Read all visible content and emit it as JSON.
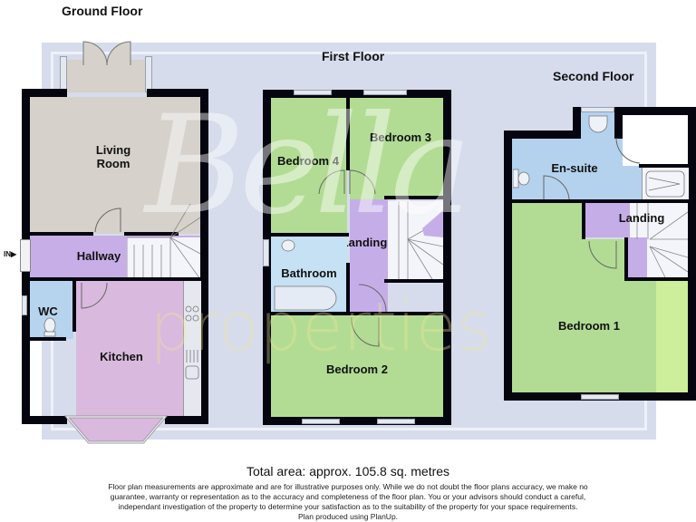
{
  "floors": [
    {
      "title": "Ground Floor",
      "rooms": [
        {
          "name": "Living Room",
          "line1": "Living",
          "line2": "Room",
          "color": "#d6d1cb"
        },
        {
          "name": "Hallway",
          "label": "Hallway",
          "color": "#c7aee6"
        },
        {
          "name": "WC",
          "label": "WC",
          "color": "#b7d4ee"
        },
        {
          "name": "Kitchen",
          "label": "Kitchen",
          "color": "#d9b9de"
        }
      ],
      "entrance_label": "IN"
    },
    {
      "title": "First Floor",
      "rooms": [
        {
          "name": "Bedroom 4",
          "label": "Bedroom 4",
          "color": "#b2dc94"
        },
        {
          "name": "Bedroom 3",
          "label": "Bedroom 3",
          "color": "#b2dc94"
        },
        {
          "name": "Landing",
          "label": "Landing",
          "color": "#c5aee8"
        },
        {
          "name": "Bathroom",
          "label": "Bathroom",
          "color": "#c6e0f4"
        },
        {
          "name": "Bedroom 2",
          "label": "Bedroom 2",
          "color": "#b2dc94"
        }
      ]
    },
    {
      "title": "Second Floor",
      "rooms": [
        {
          "name": "En-suite",
          "label": "En-suite",
          "color": "#b4d2ee"
        },
        {
          "name": "Landing",
          "label": "Landing",
          "color": "#c5aee8"
        },
        {
          "name": "Bedroom 1",
          "label": "Bedroom 1",
          "color": "#b2dc94"
        }
      ]
    }
  ],
  "watermark": {
    "script": "Bella",
    "sub": "properties"
  },
  "footer": {
    "total_area": "Total area: approx. 105.8 sq. metres",
    "disclaimer_lines": [
      "Floor plan measurements are approximate and are for illustrative purposes only. While we do not doubt the floor plans accuracy, we make no",
      "guarantee, warranty or representation as to the accuracy and completeness of the floor plan. You or your advisors should conduct a careful,",
      "independant investigation of the property to determine your satisfaction as to the suitability of the property for your space requirements.",
      "Plan produced using PlanUp."
    ]
  },
  "colors": {
    "wall": "#050510",
    "frame": "#d6dcec",
    "green_room": "#b2dc94",
    "purple_room": "#c5aee8",
    "blue_room": "#b4d2ee"
  }
}
